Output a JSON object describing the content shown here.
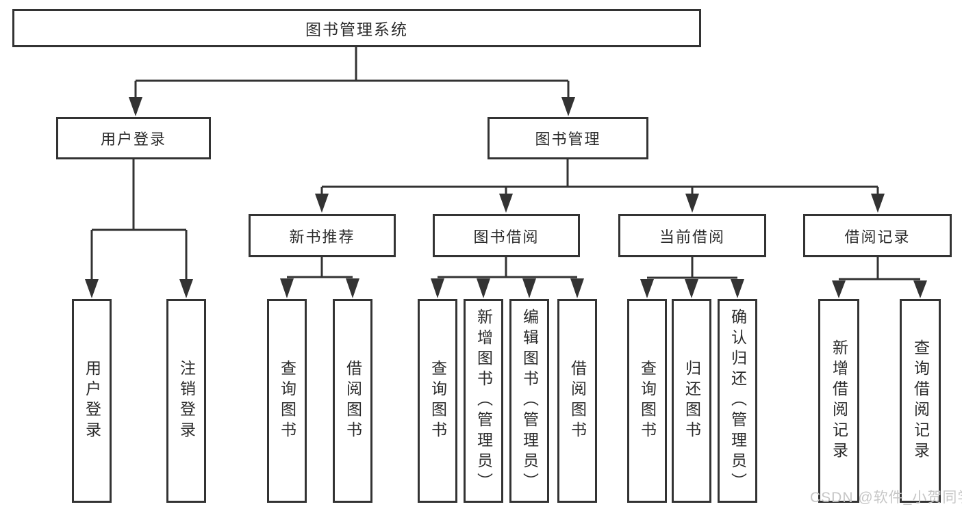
{
  "title": "图书管理系统",
  "watermark": "CSDN @软件_小贺同学",
  "colors": {
    "line": "#333333",
    "text": "#2b2b2b",
    "watermark": "#c6c6c6",
    "background": "#ffffff"
  },
  "nodes": {
    "root": "图书管理系统",
    "user_login": "用户登录",
    "book_mgmt": "图书管理",
    "new_books": "新书推荐",
    "book_borrow": "图书借阅",
    "current_borrow": "当前借阅",
    "borrow_records": "借阅记录",
    "leaf_user_login": "用户登录",
    "leaf_logout": "注销登录",
    "leaf_nb_query_books": "查询图书",
    "leaf_nb_borrow_books": "借阅图书",
    "leaf_bb_query_books": "查询图书",
    "leaf_bb_add_books": "新增图书（管理员）",
    "leaf_bb_edit_books": "编辑图书（管理员）",
    "leaf_bb_borrow_books": "借阅图书",
    "leaf_cb_query_books": "查询图书",
    "leaf_cb_return_books": "归还图书",
    "leaf_cb_confirm_return": "确认归还（管理员）",
    "leaf_br_add_record": "新增借阅记录",
    "leaf_br_query_record": "查询借阅记录"
  },
  "hierarchy": {
    "图书管理系统": [
      "用户登录",
      "图书管理"
    ],
    "用户登录": [
      "用户登录",
      "注销登录"
    ],
    "图书管理": [
      "新书推荐",
      "图书借阅",
      "当前借阅",
      "借阅记录"
    ],
    "新书推荐": [
      "查询图书",
      "借阅图书"
    ],
    "图书借阅": [
      "查询图书",
      "新增图书（管理员）",
      "编辑图书（管理员）",
      "借阅图书"
    ],
    "当前借阅": [
      "查询图书",
      "归还图书",
      "确认归还（管理员）"
    ],
    "借阅记录": [
      "新增借阅记录",
      "查询借阅记录"
    ]
  }
}
